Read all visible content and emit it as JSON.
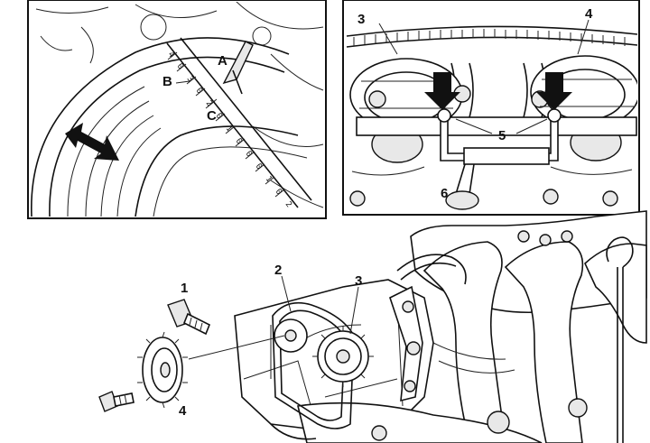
{
  "inset_left": {
    "labels": {
      "a": "A",
      "b": "B",
      "c": "C"
    },
    "scale_marks": [
      "4",
      "0",
      "3",
      "0",
      "2",
      "0",
      "1",
      "0",
      "0",
      "0",
      "1",
      "0",
      "2"
    ]
  },
  "inset_right": {
    "labels": {
      "n3": "3",
      "n4": "4",
      "n5": "5",
      "n6": "6"
    }
  },
  "main": {
    "labels": {
      "n1": "1",
      "n2": "2",
      "n3": "3",
      "n4": "4"
    }
  }
}
